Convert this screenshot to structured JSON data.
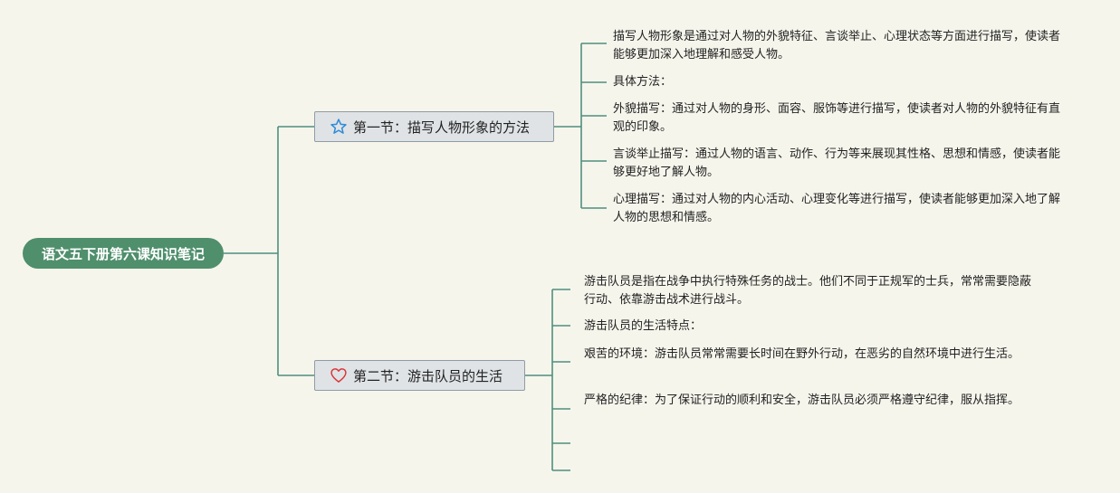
{
  "root": {
    "label": "语文五下册第六课知识笔记"
  },
  "branches": [
    {
      "label": "第一节：描写人物形象的方法",
      "icon": "star-icon",
      "leaves": [
        "描写人物形象是通过对人物的外貌特征、言谈举止、心理状态等方面进行描写，使读者能够更加深入地理解和感受人物。",
        "具体方法：",
        "外貌描写：通过对人物的身形、面容、服饰等进行描写，使读者对人物的外貌特征有直观的印象。",
        "言谈举止描写：通过人物的语言、动作、行为等来展现其性格、思想和情感，使读者能够更好地了解人物。",
        "心理描写：通过对人物的内心活动、心理变化等进行描写，使读者能够更加深入地了解人物的思想和情感。"
      ]
    },
    {
      "label": "第二节：游击队员的生活",
      "icon": "heart-icon",
      "leaves": [
        "游击队员是指在战争中执行特殊任务的战士。他们不同于正规军的士兵，常常需要隐蔽行动、依靠游击战术进行战斗。",
        "游击队员的生活特点：",
        "艰苦的环境：游击队员常常需要长时间在野外行动，在恶劣的自然环境中进行生活。",
        "严格的纪律：为了保证行动的顺利和安全，游击队员必须严格遵守纪律，服从指挥。",
        "",
        ""
      ]
    }
  ],
  "colors": {
    "background": "#f6f5ec",
    "root_fill": "#4f8f6c",
    "connector": "#4f8f7f",
    "branch_fill": "#dfe3e6",
    "star": "#2f8bd6",
    "heart": "#d9373b"
  }
}
